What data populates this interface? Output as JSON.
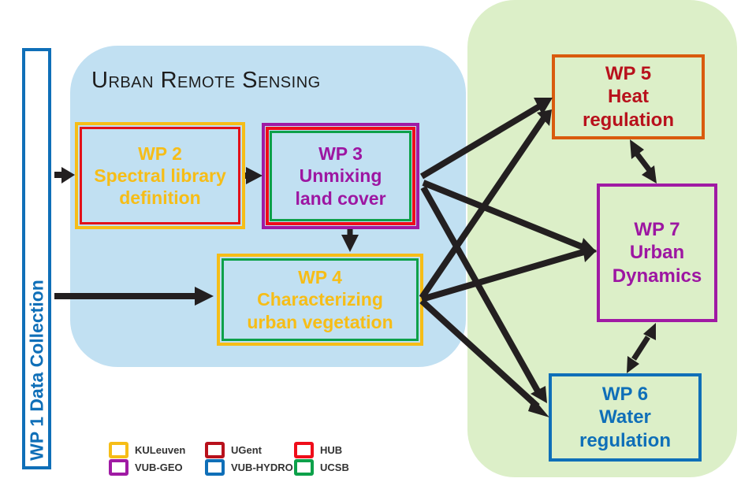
{
  "diagram": {
    "section_urban_title": "Urban Remote Sensing",
    "work_packages": {
      "wp1": {
        "text": "WP 1 Data Collection",
        "color": "#0f6fb8"
      },
      "wp2": {
        "text": "WP 2\nSpectral library\ndefinition",
        "color": "#f6bd17"
      },
      "wp3": {
        "text": "WP 3\nUnmixing\nland cover",
        "color": "#9d16a2"
      },
      "wp4": {
        "text": "WP 4\nCharacterizing\nurban vegetation",
        "color": "#f6bd17"
      },
      "wp5": {
        "text": "WP 5\nHeat\nregulation",
        "color": "#b8111c"
      },
      "wp6": {
        "text": "WP 6\nWater\nregulation",
        "color": "#0f6fb8"
      },
      "wp7": {
        "text": "WP 7\nUrban\nDynamics",
        "color": "#9d16a2"
      }
    },
    "connections": [
      {
        "from": "WP 1",
        "to": "WP 2",
        "type": "arrow"
      },
      {
        "from": "WP 1",
        "to": "WP 4",
        "type": "arrow"
      },
      {
        "from": "WP 2",
        "to": "WP 3",
        "type": "arrow"
      },
      {
        "from": "WP 3",
        "to": "WP 4",
        "type": "arrow"
      },
      {
        "from": "WP 3",
        "to": "WP 5",
        "type": "arrow"
      },
      {
        "from": "WP 3",
        "to": "WP 7",
        "type": "arrow"
      },
      {
        "from": "WP 3",
        "to": "WP 6",
        "type": "arrow"
      },
      {
        "from": "WP 4",
        "to": "WP 5",
        "type": "arrow"
      },
      {
        "from": "WP 4",
        "to": "WP 7",
        "type": "arrow"
      },
      {
        "from": "WP 4",
        "to": "WP 6",
        "type": "arrow"
      },
      {
        "from": "WP 5",
        "to": "WP 7",
        "type": "double-arrow"
      },
      {
        "from": "WP 7",
        "to": "WP 6",
        "type": "double-arrow"
      }
    ],
    "legend": [
      {
        "label": "KULeuven",
        "color": "#f6bd17"
      },
      {
        "label": "UGent",
        "color": "#b8111c"
      },
      {
        "label": "HUB",
        "color": "#ef0d1a"
      },
      {
        "label": "VUB-GEO",
        "color": "#a01aa4"
      },
      {
        "label": "VUB-HYDRO",
        "color": "#0f6fb8"
      },
      {
        "label": "UCSB",
        "color": "#0da14a"
      }
    ]
  }
}
